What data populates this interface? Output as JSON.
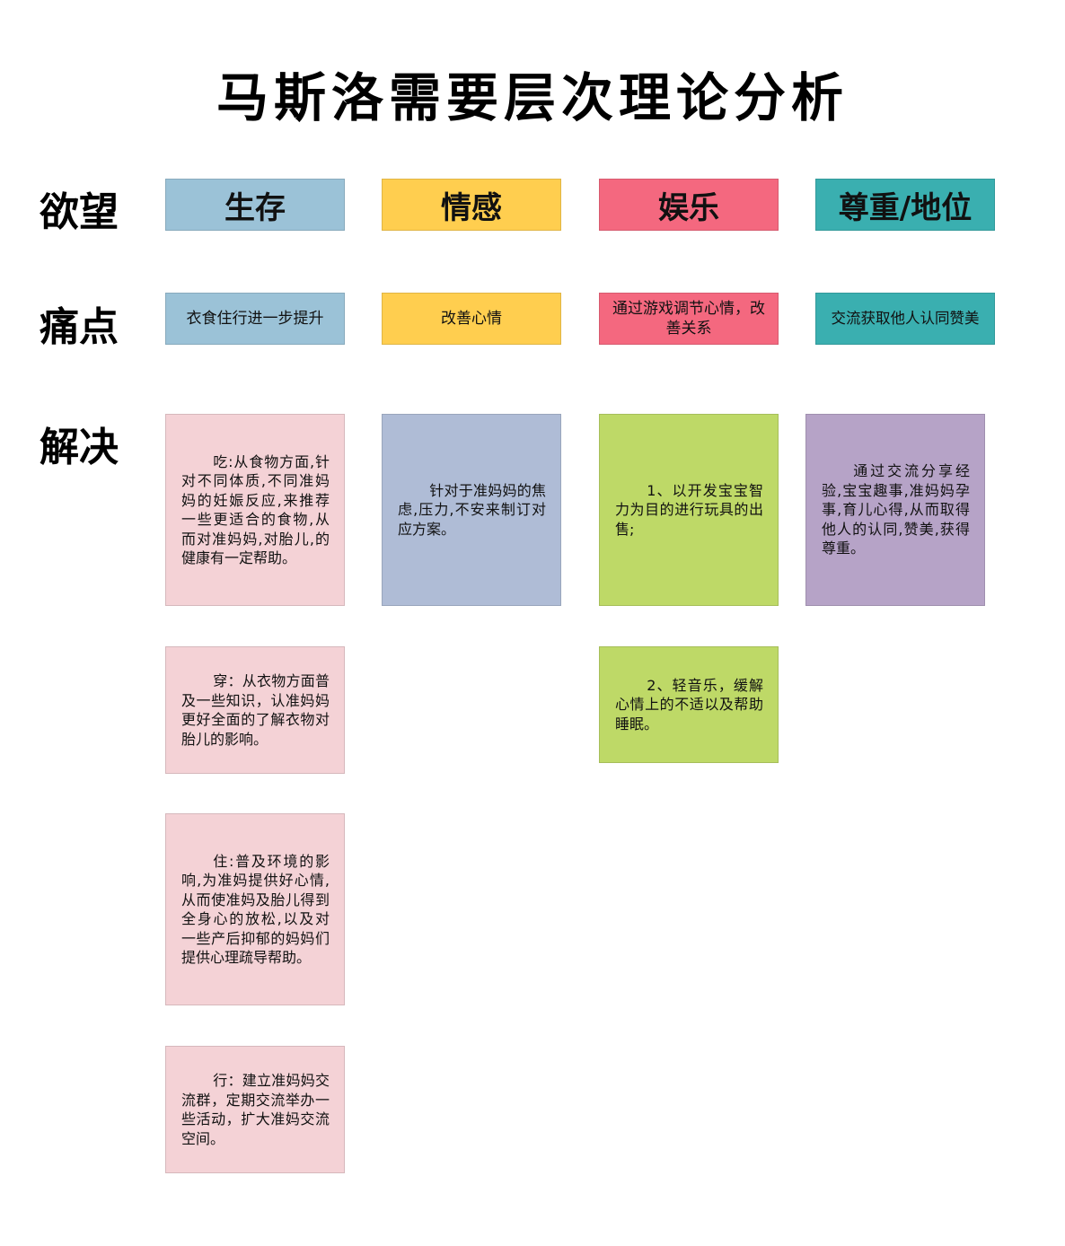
{
  "title": "马斯洛需要层次理论分析",
  "row_labels": {
    "desire": "欲望",
    "pain": "痛点",
    "solution": "解决"
  },
  "columns": [
    {
      "heading": "生存",
      "pain": "衣食住行进一步提升",
      "color": "#9BC2D7"
    },
    {
      "heading": "情感",
      "pain": "改善心情",
      "color": "#FFCE4F"
    },
    {
      "heading": "娱乐",
      "pain": "通过游戏调节心情，改善关系",
      "color": "#F4687F"
    },
    {
      "heading": "尊重/地位",
      "pain": "交流获取他人认同赞美",
      "color": "#3AAFB0"
    }
  ],
  "solutions": {
    "survival": [
      "吃:从食物方面,针对不同体质,不同准妈妈的妊娠反应,来推荐一些更适合的食物,从而对准妈妈,对胎儿,的健康有一定帮助。",
      "穿：从衣物方面普及一些知识，认准妈妈更好全面的了解衣物对胎儿的影响。",
      "住:普及环境的影响,为准妈提供好心情,从而使准妈及胎儿得到全身心的放松,以及对一些产后抑郁的妈妈们提供心理疏导帮助。",
      "行：建立准妈妈交流群，定期交流举办一些活动，扩大准妈交流空间。"
    ],
    "emotion": [
      "针对于准妈妈的焦虑,压力,不安来制订对应方案。"
    ],
    "entertainment": [
      "1、以开发宝宝智力为目的进行玩具的出售;",
      "2、轻音乐，缓解心情上的不适以及帮助睡眠。"
    ],
    "respect": [
      "通过交流分享经验,宝宝趣事,准妈妈孕事,育儿心得,从而取得他人的认同,赞美,获得尊重。"
    ]
  },
  "solution_colors": {
    "survival": "#F4D2D6",
    "emotion": "#AFBCD6",
    "entertainment": "#BED967",
    "respect": "#B6A3C7"
  }
}
